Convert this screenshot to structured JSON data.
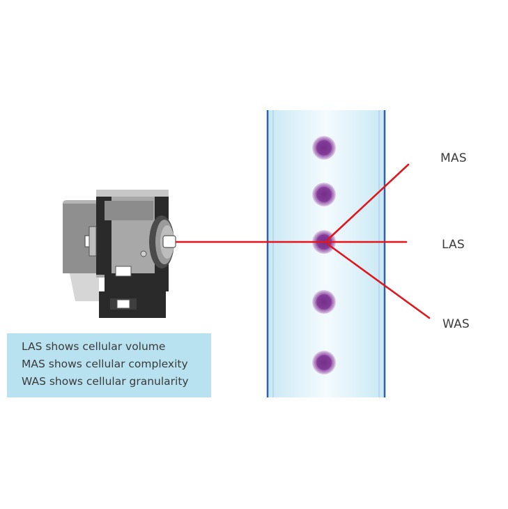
{
  "labels": {
    "mas": "MAS",
    "las": "LAS",
    "was": "WAS"
  },
  "legend": {
    "lines": [
      "LAS shows cellular volume",
      "MAS shows cellular complexity",
      "WAS shows cellular granularity"
    ]
  },
  "colors": {
    "laser": "#e3141b",
    "channel_border": "#2f5fa8",
    "channel_fill": "#dff2f9",
    "cell": "#8a3f9a",
    "legend_bg": "#b9e2f1"
  }
}
